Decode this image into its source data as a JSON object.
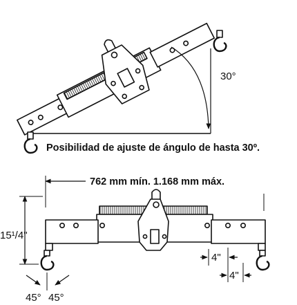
{
  "top_view": {
    "angle_label": "30°",
    "caption": "Posibilidad de ajuste de ángulo de hasta 30º."
  },
  "bottom_view": {
    "length_label": "762 mm mín. 1.168 mm máx.",
    "height_label": "15¹/4\"",
    "hole_spacing_label_1": "4\"",
    "hole_spacing_label_2": "4\"",
    "hook_angle_left": "45°",
    "hook_angle_right": "45°"
  }
}
